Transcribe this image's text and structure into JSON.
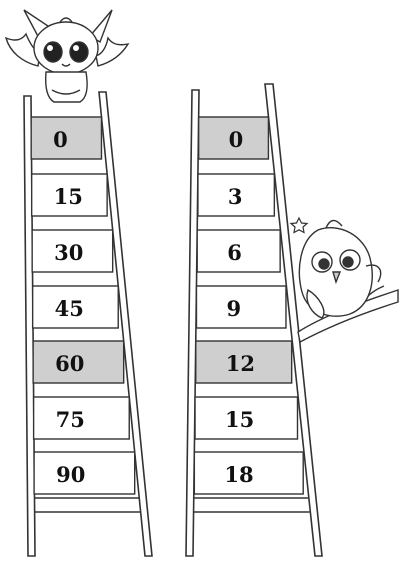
{
  "left_ladder": {
    "values": [
      "0",
      "15",
      "30",
      "45",
      "60",
      "75",
      "90"
    ],
    "highlighted": [
      "0",
      "60"
    ]
  },
  "right_ladder": {
    "values": [
      "0",
      "3",
      "6",
      "9",
      "12",
      "15",
      "18"
    ],
    "highlighted": [
      "0",
      "12"
    ]
  },
  "colors": {
    "highlight": "#cfcfcf",
    "line": "#333333"
  },
  "illustrations": [
    "bat-creature",
    "owl-on-branch",
    "star"
  ]
}
